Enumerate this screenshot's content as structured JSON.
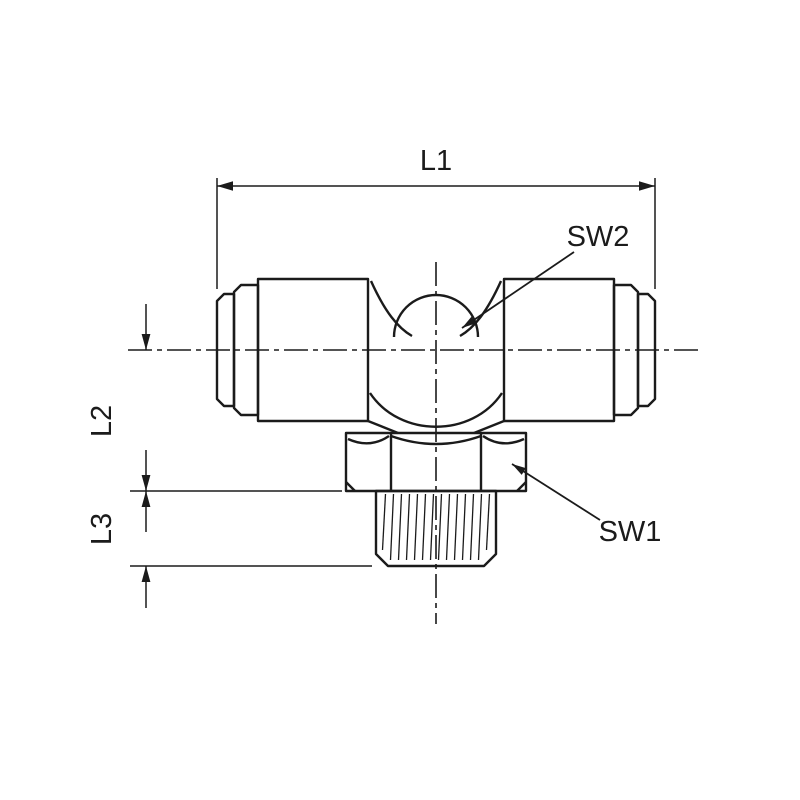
{
  "diagram": {
    "type": "technical-dimension-drawing",
    "subject": "push-in-tee-fitting-side-view",
    "dimension_labels": {
      "l1": "L1",
      "l2": "L2",
      "l3": "L3"
    },
    "callout_labels": {
      "sw1": "SW1",
      "sw2": "SW2"
    },
    "colors": {
      "line": "#1b1b1b",
      "background": "#ffffff"
    }
  }
}
